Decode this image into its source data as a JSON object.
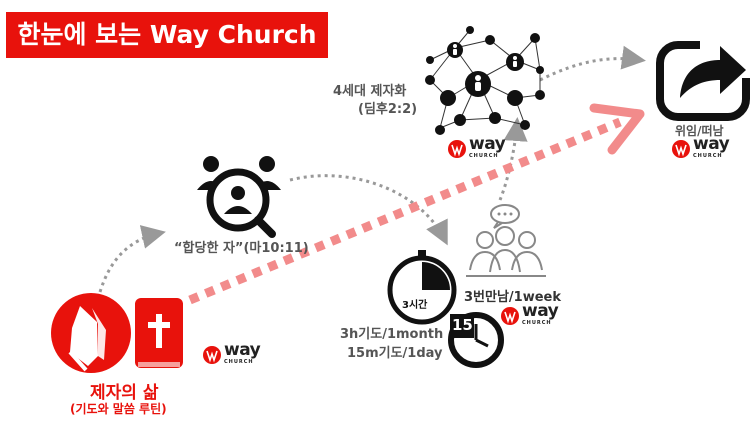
{
  "title": "한눈에 보는 Way Church",
  "colors": {
    "accent": "#e8120c",
    "dark": "#111111",
    "gray": "#999999",
    "dotted": "#f28b8b"
  },
  "logo": {
    "word": "way",
    "sub": "CHURCH"
  },
  "stages": {
    "life": {
      "title": "제자의 삶",
      "subtitle": "(기도와 말씀 루틴)",
      "icons": [
        "praying-hands-icon",
        "bible-icon"
      ]
    },
    "qualified": {
      "label": "“합당한 자”(마10:11)",
      "icon": "search-person-icon"
    },
    "meet": {
      "label": "3번만남/1week",
      "icon": "group-meeting-icon"
    },
    "prayer": {
      "line1": "3h기도/1month",
      "line2": "15m기도/1day",
      "timer_label": "3시간",
      "clock_label": "15",
      "icons": [
        "stopwatch-icon",
        "clock-icon"
      ]
    },
    "gen4": {
      "line1": "4세대 제자화",
      "line2": "(딤후2:2)",
      "icon": "network-icon"
    },
    "delegate": {
      "label": "위임/떠남",
      "icon": "share-icon"
    }
  }
}
